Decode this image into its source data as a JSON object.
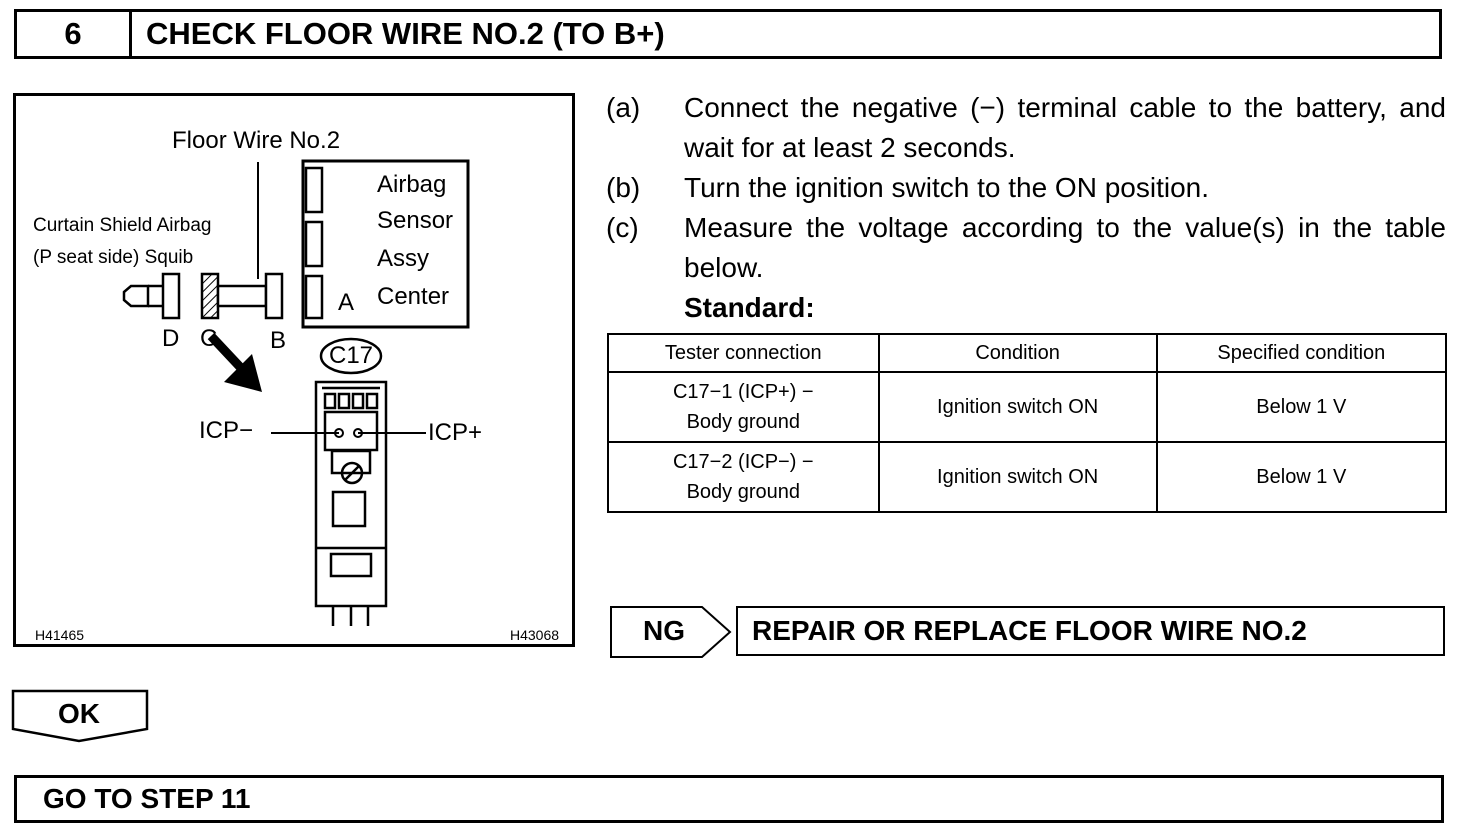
{
  "header": {
    "step_number": "6",
    "title": "CHECK FLOOR WIRE NO.2 (TO B+)"
  },
  "figure": {
    "floor_wire_label": "Floor Wire No.2",
    "airbag_label_line1": "Curtain Shield Airbag",
    "airbag_label_line2": "(P seat side) Squib",
    "sensor_line1": "Airbag",
    "sensor_line2": "Sensor",
    "sensor_line3": "Assy",
    "sensor_line4": "Center",
    "terminal_a": "A",
    "terminal_b": "B",
    "terminal_c": "C",
    "terminal_d": "D",
    "connector_id": "C17",
    "icp_minus": "ICP−",
    "icp_plus": "ICP+",
    "id_left": "H41465",
    "id_right": "H43068"
  },
  "instructions": {
    "steps": [
      {
        "label": "(a)",
        "text": "Connect the negative (−) terminal cable to the battery, and wait for at least 2 seconds."
      },
      {
        "label": "(b)",
        "text": "Turn the ignition switch to the ON position."
      },
      {
        "label": "(c)",
        "text": "Measure the voltage according to the value(s) in the table below."
      }
    ],
    "standard_label": "Standard:"
  },
  "table": {
    "headers": [
      "Tester connection",
      "Condition",
      "Specified condition"
    ],
    "rows": [
      {
        "connection_line1": "C17−1 (ICP+) −",
        "connection_line2": "Body ground",
        "condition": "Ignition switch ON",
        "specified": "Below 1 V"
      },
      {
        "connection_line1": "C17−2 (ICP−) −",
        "connection_line2": "Body ground",
        "condition": "Ignition switch ON",
        "specified": "Below 1 V"
      }
    ]
  },
  "ng": {
    "label": "NG",
    "action": "REPAIR OR REPLACE FLOOR WIRE NO.2"
  },
  "ok": {
    "label": "OK"
  },
  "goto": {
    "text": "GO TO STEP 11"
  }
}
